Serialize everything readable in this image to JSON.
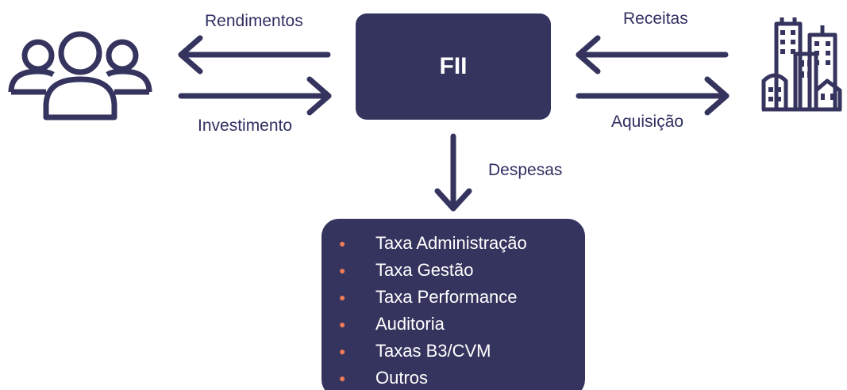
{
  "colors": {
    "navy": "#35345e",
    "text": "#2f3062",
    "bullet": "#f07c5a",
    "white": "#ffffff"
  },
  "diagram": {
    "center": {
      "label": "FII"
    },
    "flows": {
      "rendimentos": "Rendimentos",
      "investimento": "Investimento",
      "receitas": "Receitas",
      "aquisicao": "Aquisição",
      "despesas": "Despesas"
    },
    "expenses": [
      "Taxa Administração",
      "Taxa Gestão",
      "Taxa Performance",
      "Auditoria",
      "Taxas B3/CVM",
      "Outros"
    ],
    "icons": {
      "investors": "people-icon",
      "properties": "buildings-icon"
    }
  }
}
